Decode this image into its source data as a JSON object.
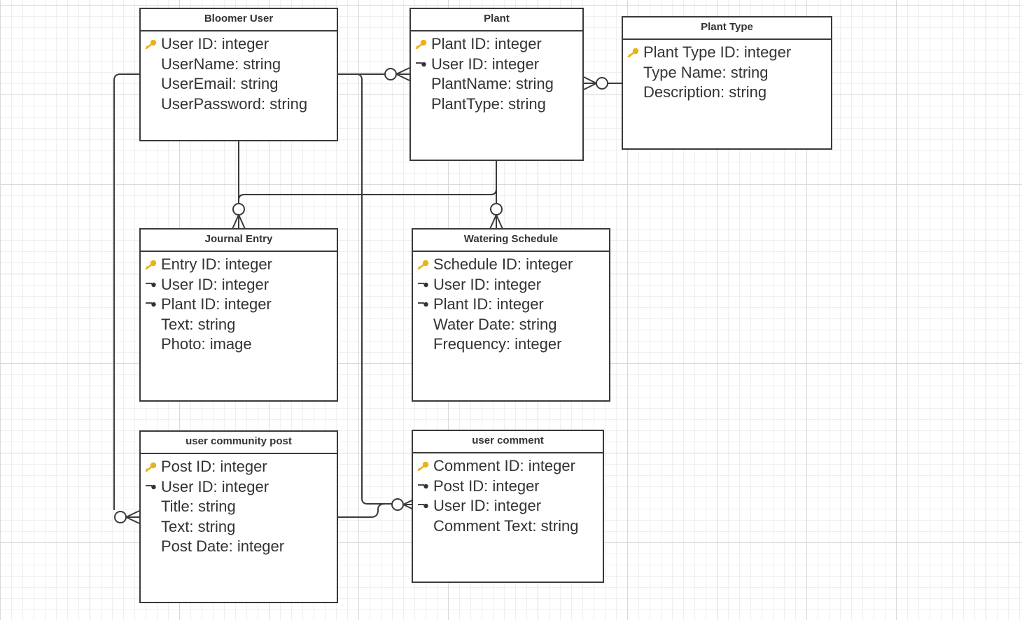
{
  "entities": {
    "bloomer_user": {
      "title": "Bloomer User",
      "fields": [
        {
          "text": "User ID: integer",
          "key": "primary-key"
        },
        {
          "text": "UserName: string",
          "key": ""
        },
        {
          "text": "UserEmail: string",
          "key": ""
        },
        {
          "text": "UserPassword: string",
          "key": ""
        }
      ]
    },
    "plant": {
      "title": "Plant",
      "fields": [
        {
          "text": "Plant ID: integer",
          "key": "primary-key"
        },
        {
          "text": "User ID: integer",
          "key": "foreign-key"
        },
        {
          "text": "PlantName: string",
          "key": ""
        },
        {
          "text": "PlantType: string",
          "key": ""
        }
      ]
    },
    "plant_type": {
      "title": "Plant Type",
      "fields": [
        {
          "text": "Plant Type ID: integer",
          "key": "primary-key"
        },
        {
          "text": "Type Name: string",
          "key": ""
        },
        {
          "text": "Description: string",
          "key": ""
        }
      ]
    },
    "journal_entry": {
      "title": "Journal Entry",
      "fields": [
        {
          "text": "Entry ID: integer",
          "key": "primary-key"
        },
        {
          "text": "User ID: integer",
          "key": "foreign-key"
        },
        {
          "text": "Plant ID: integer",
          "key": "foreign-key"
        },
        {
          "text": "Text: string",
          "key": ""
        },
        {
          "text": "Photo: image",
          "key": ""
        }
      ]
    },
    "watering_schedule": {
      "title": "Watering Schedule",
      "fields": [
        {
          "text": "Schedule ID: integer",
          "key": "primary-key"
        },
        {
          "text": "User ID: integer",
          "key": "foreign-key"
        },
        {
          "text": "Plant ID: integer",
          "key": "foreign-key"
        },
        {
          "text": "Water Date: string",
          "key": ""
        },
        {
          "text": "Frequency: integer",
          "key": ""
        }
      ]
    },
    "user_community_post": {
      "title": "user community post",
      "fields": [
        {
          "text": "Post ID: integer",
          "key": "primary-key"
        },
        {
          "text": "User ID: integer",
          "key": "foreign-key"
        },
        {
          "text": "Title: string",
          "key": ""
        },
        {
          "text": "Text: string",
          "key": ""
        },
        {
          "text": "Post Date: integer",
          "key": ""
        }
      ]
    },
    "user_comment": {
      "title": "user comment",
      "fields": [
        {
          "text": "Comment ID: integer",
          "key": "primary-key"
        },
        {
          "text": "Post ID: integer",
          "key": "foreign-key"
        },
        {
          "text": "User ID: integer",
          "key": "foreign-key"
        },
        {
          "text": "Comment Text: string",
          "key": ""
        }
      ]
    }
  },
  "colors": {
    "primary_key": "#e8b21a",
    "line": "#3a3a3a",
    "text": "#333333"
  }
}
